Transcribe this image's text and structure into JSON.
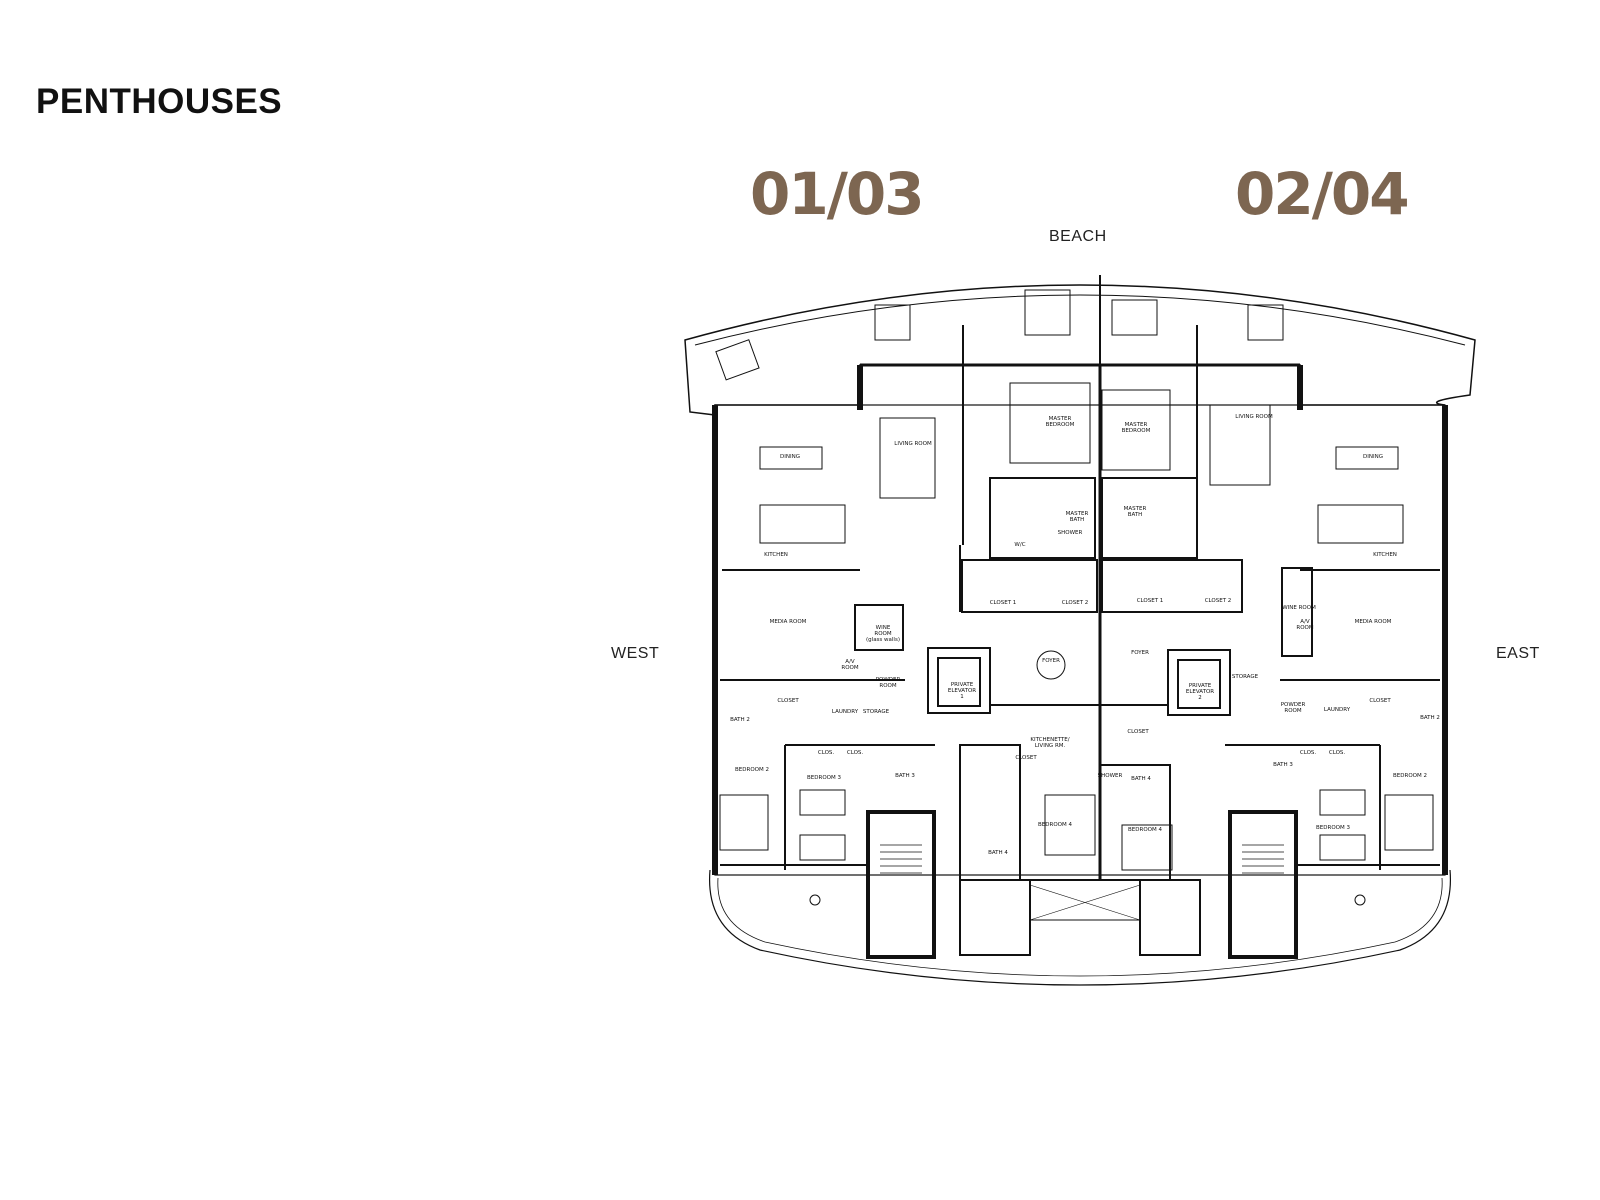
{
  "title": "PENTHOUSES",
  "units": {
    "left": "01/03",
    "right": "02/04"
  },
  "orientation": {
    "top": "BEACH",
    "left": "WEST",
    "right": "EAST"
  },
  "colors": {
    "unit_label": "#7d6651",
    "linework": "#111111"
  },
  "left_unit_rooms": [
    "DINING",
    "LIVING ROOM",
    "MASTER\nBEDROOM",
    "KITCHEN",
    "MASTER\nBATH",
    "W/C",
    "SHOWER",
    "CLOSET 1",
    "CLOSET 2",
    "MEDIA ROOM",
    "WINE\nROOM\n(glass walls)",
    "A/V\nROOM",
    "POWDER\nROOM",
    "FOYER",
    "PRIVATE\nELEVATOR\n1",
    "CLOSET",
    "LAUNDRY",
    "STORAGE",
    "BATH 2",
    "KITCHENETTE/\nLIVING RM.",
    "CLOSET",
    "CLOS.",
    "CLOS.",
    "BATH 3",
    "BEDROOM 2",
    "BEDROOM 3",
    "BEDROOM 4",
    "BATH 4"
  ],
  "right_unit_rooms": [
    "MASTER\nBEDROOM",
    "LIVING ROOM",
    "DINING",
    "MASTER\nBATH",
    "KITCHEN",
    "CLOSET 1",
    "CLOSET 2",
    "WINE ROOM",
    "MEDIA ROOM",
    "A/V\nROOM",
    "FOYER",
    "PRIVATE\nELEVATOR\n2",
    "STORAGE",
    "POWDER\nROOM",
    "LAUNDRY",
    "CLOSET",
    "BATH 2",
    "CLOSET",
    "SHOWER",
    "BATH 4",
    "BATH 3",
    "CLOS.",
    "CLOS.",
    "BEDROOM 2",
    "BEDROOM 3",
    "BEDROOM 4"
  ]
}
